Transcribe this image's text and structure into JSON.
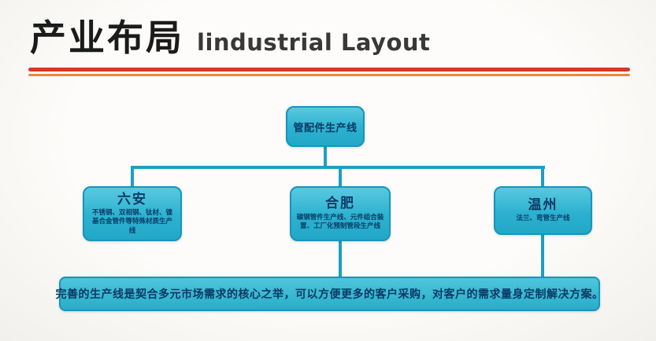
{
  "header": {
    "title_zh": "产业布局",
    "title_en": "lindustrial Layout"
  },
  "colors": {
    "accent_red": "#d6382a",
    "accent_orange": "#e98a3c",
    "node_fill": "#2cb1d0",
    "node_border": "#1795ba",
    "node_text": "#0b3b66",
    "connector": "#1d9fc2",
    "background": "#fdfcfa"
  },
  "diagram": {
    "root_label": "管配件生产线",
    "children": [
      {
        "name": "六安",
        "desc": "不锈钢、双相钢、钛材、镍基合金管件等特殊材质生产线"
      },
      {
        "name": "合肥",
        "desc": "碳钢管件生产线、元件组合装置、工厂化预制管段生产线"
      },
      {
        "name": "温州",
        "desc": "法兰、弯管生产线"
      }
    ],
    "summary": "完善的生产线是契合多元市场需求的核心之举，可以方便更多的客户采购，对客户的需求量身定制解决方案。"
  }
}
